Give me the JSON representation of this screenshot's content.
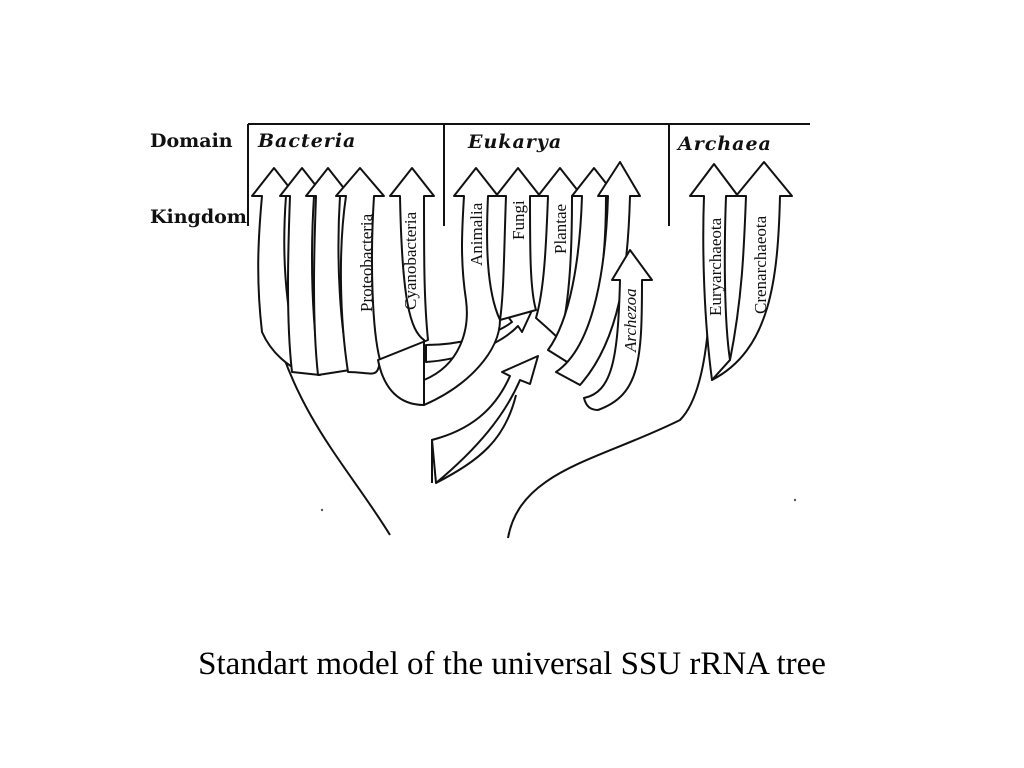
{
  "labels": {
    "domain_row": "Domain",
    "kingdom_row": "Kingdom"
  },
  "domains": [
    {
      "name": "Bacteria"
    },
    {
      "name": "Eukarya"
    },
    {
      "name": "Archaea"
    }
  ],
  "kingdoms": {
    "proteobacteria": "Proteobacteria",
    "cyanobacteria": "Cyanobacteria",
    "animalia": "Animalia",
    "fungi": "Fungi",
    "plantae": "Plantae",
    "archezoa": "Archezoa",
    "euryarchaeota": "Euryarchaeota",
    "crenarchaeota": "Crenarchaeota"
  },
  "caption": "Standart model of the universal SSU rRNA tree"
}
